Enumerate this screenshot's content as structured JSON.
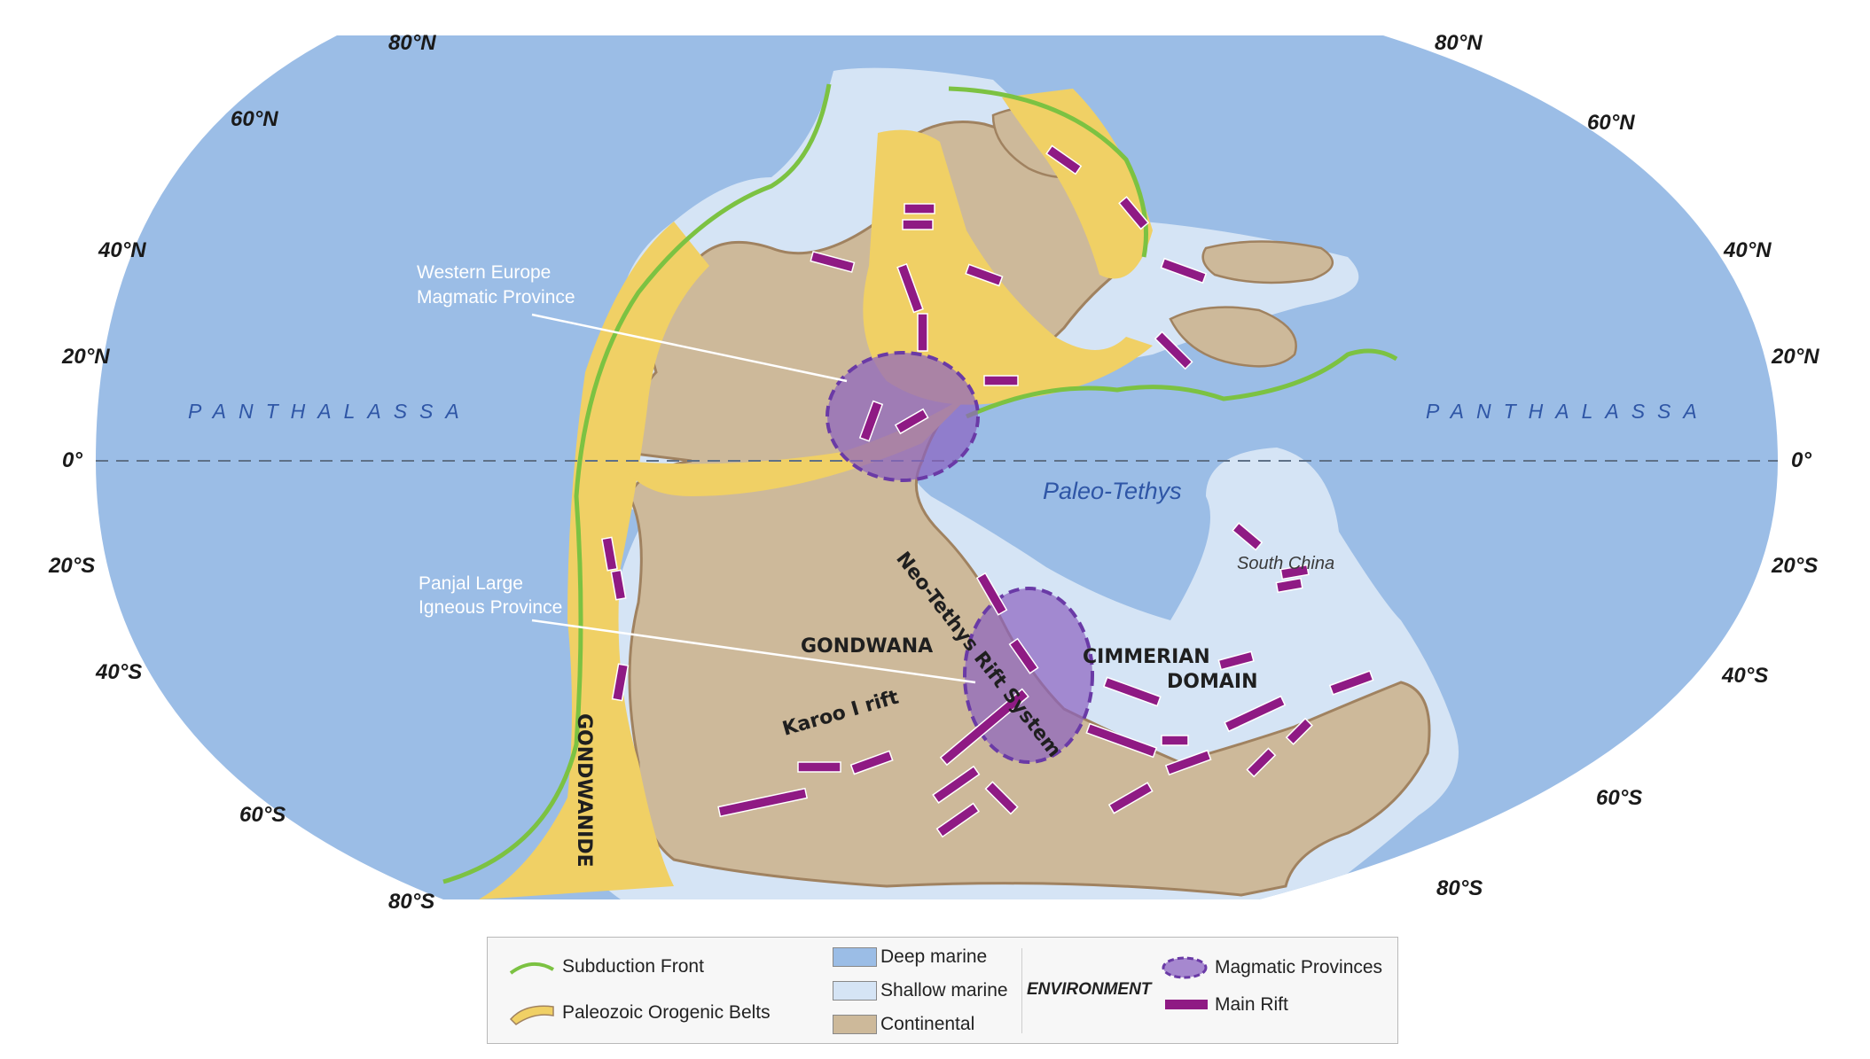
{
  "latitude_labels": {
    "left": [
      "80°N",
      "60°N",
      "40°N",
      "20°N",
      "0°",
      "20°S",
      "40°S",
      "60°S",
      "80°S"
    ],
    "right": [
      "80°N",
      "60°N",
      "40°N",
      "20°N",
      "0°",
      "20°S",
      "40°S",
      "60°S",
      "80°S"
    ]
  },
  "map_labels": {
    "panthalassa_left": "PANTHALASSA",
    "panthalassa_right": "PANTHALASSA",
    "paleo_tethys": "Paleo-Tethys",
    "south_china": "South China",
    "gondwana": "GONDWANA",
    "cimmerian_line1": "CIMMERIAN",
    "cimmerian_line2": "DOMAIN",
    "neo_tethys": "Neo-Tethys Rift System",
    "karoo": "Karoo I rift",
    "gondwanide": "GONDWANIDE"
  },
  "callouts": {
    "western_europe_line1": "Western Europe",
    "western_europe_line2": "Magmatic Province",
    "panjal_line1": "Panjal Large",
    "panjal_line2": "Igneous  Province"
  },
  "legend": {
    "subduction": "Subduction Front",
    "orogenic": "Paleozoic Orogenic Belts",
    "deep_marine": "Deep marine",
    "shallow_marine": "Shallow marine",
    "continental": "Continental",
    "environment": "ENVIRONMENT",
    "magmatic": "Magmatic Provinces",
    "rift": "Main Rift"
  },
  "colors": {
    "deep_marine": "#9bbde6",
    "shallow_marine": "#d5e4f5",
    "continental": "#cdb99a",
    "orogenic": "#f0d065",
    "subduction": "#7cc242",
    "magmatic": "#8b63c1",
    "rift": "#8f1a84"
  }
}
